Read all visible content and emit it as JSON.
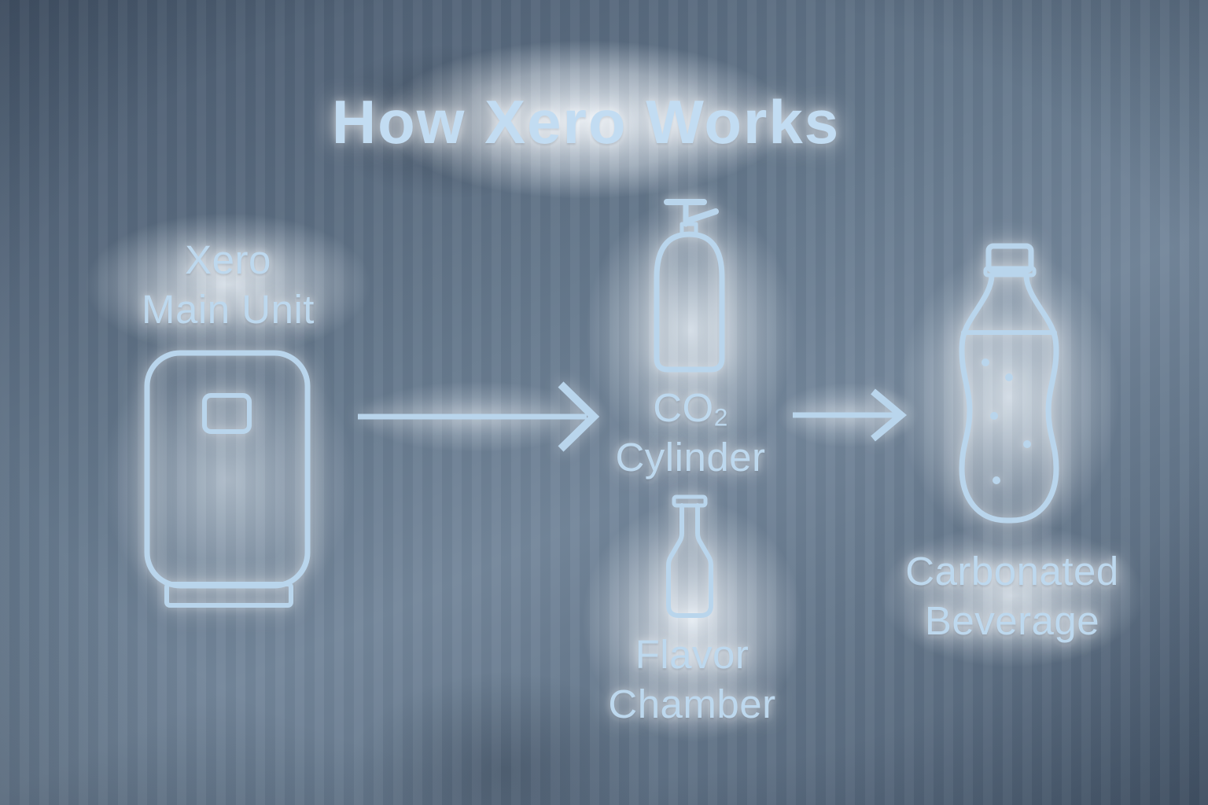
{
  "title": "How Xero Works",
  "colors": {
    "accent_text": "#bdd8ee",
    "icon_stroke": "#b9d5ec",
    "glow": "#eef4fa",
    "background_dark": "#3a4a5e",
    "background_mid": "#74879b"
  },
  "diagram": {
    "nodes": [
      {
        "id": "main-unit",
        "label_line1": "Xero",
        "label_line2": "Main Unit",
        "icon": "appliance-icon"
      },
      {
        "id": "co2-cylinder",
        "label_formula_base": "CO",
        "label_formula_subscript": "2",
        "label_line2": "Cylinder",
        "icon": "gas-cylinder-icon"
      },
      {
        "id": "flavor-chamber",
        "label_line1": "Flavor",
        "label_line2": "Chamber",
        "icon": "flavor-bottle-icon"
      },
      {
        "id": "carbonated-beverage",
        "label_line1": "Carbonated",
        "label_line2": "Beverage",
        "icon": "soda-bottle-icon"
      }
    ],
    "connections": [
      {
        "from": "main-unit",
        "to": "co2-cylinder",
        "icon": "arrow-right-icon"
      },
      {
        "from": "co2-cylinder",
        "to": "carbonated-beverage",
        "icon": "arrow-right-icon"
      }
    ]
  }
}
